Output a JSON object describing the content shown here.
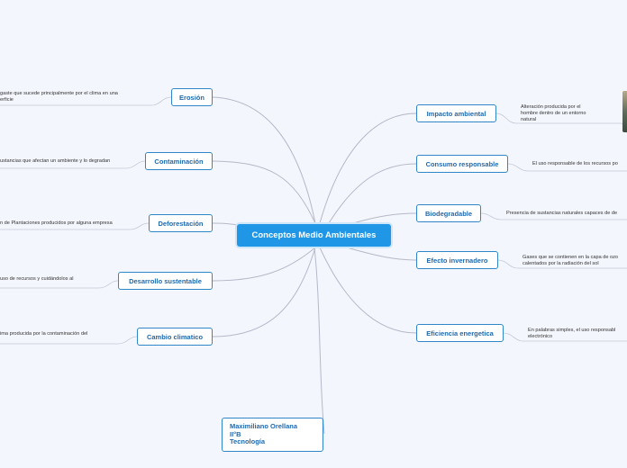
{
  "central": "Conceptos Medio Ambientales",
  "left_nodes": [
    {
      "label": "Erosión",
      "desc": [
        "gaste que sucede principalmente por el clima en una",
        "erficie"
      ]
    },
    {
      "label": "Contaminación",
      "desc": [
        "ustancias que afectan un ambiente y lo degradan"
      ]
    },
    {
      "label": "Deforestación",
      "desc": [
        "n de Plantaciones producidos por alguna empresa"
      ]
    },
    {
      "label": "Desarrollo sustentable",
      "desc": [
        "uso de recursos y cuidándolos al"
      ]
    },
    {
      "label": "Cambio climatico",
      "desc": [
        "ima producida por la contaminación del"
      ]
    }
  ],
  "right_nodes": [
    {
      "label": "Impacto ambiental",
      "desc": [
        "Alteración producida por el",
        "hombre dentro de un entorno",
        "natural"
      ]
    },
    {
      "label": "Consumo responsable",
      "desc": [
        "El uso responsable de los recursos po"
      ]
    },
    {
      "label": "Biodegradable",
      "desc": [
        "Presencia de sustancias naturales capaces de de"
      ]
    },
    {
      "label": "Efecto invernadero",
      "desc": [
        "Gases que se contienen en la capa de ozo",
        "calentados por la radiación del sol"
      ]
    },
    {
      "label": "Eficiencia energetica",
      "desc": [
        "En palabras simples, el uso responsabl",
        "electrónico"
      ]
    }
  ],
  "author": [
    "Maximiliano Orellana",
    "II°B",
    "Tecnología"
  ],
  "colors": {
    "central": "#1f96e6",
    "border": "#2f86c8",
    "text": "#1f69ad",
    "line": "#b5b9c8"
  }
}
